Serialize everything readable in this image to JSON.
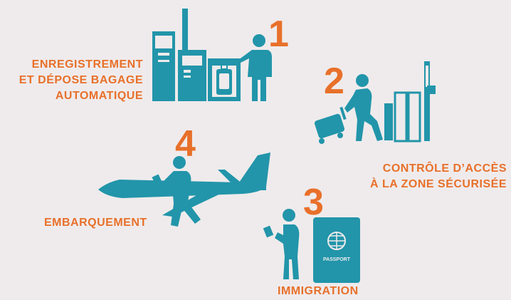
{
  "colors": {
    "teal": "#2295aa",
    "orange": "#e8702a",
    "background": "#efebec"
  },
  "steps": [
    {
      "number": "1",
      "lines": [
        "ENREGISTREMENT",
        "ET DÉPOSE BAGAGE",
        "AUTOMATIQUE"
      ],
      "icon": "self-service-kiosk-icon"
    },
    {
      "number": "2",
      "lines": [
        "CONTRÔLE D’ACCÈS",
        "À LA ZONE SÉCURISÉE"
      ],
      "icon": "security-gate-icon"
    },
    {
      "number": "3",
      "lines": [
        "IMMIGRATION"
      ],
      "icon": "passport-icon",
      "passport_text": "PASSPORT"
    },
    {
      "number": "4",
      "lines": [
        "EMBARQUEMENT"
      ],
      "icon": "airplane-icon"
    }
  ]
}
